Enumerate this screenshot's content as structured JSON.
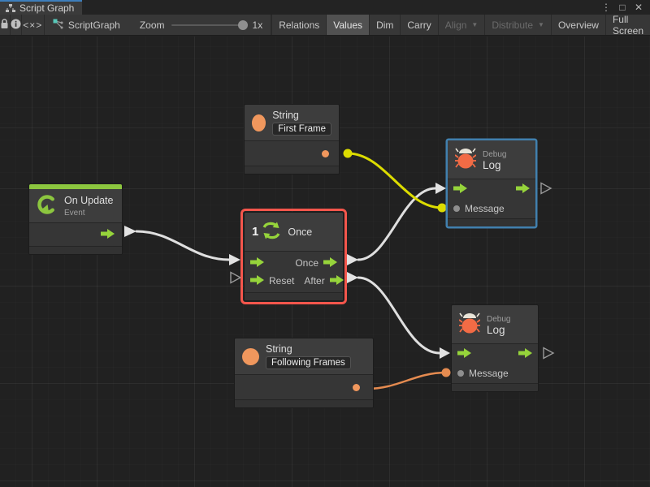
{
  "window": {
    "tab_title": "Script Graph",
    "controls": {
      "menu": "⋮",
      "maximize": "□",
      "close": "✕"
    }
  },
  "toolbar": {
    "code_icon_glyph": "<×>",
    "graph_label": "ScriptGraph",
    "zoom_label": "Zoom",
    "zoom_value": "1x",
    "dropdown_glyph": "▼",
    "buttons": [
      {
        "label": "Relations"
      },
      {
        "label": "Values",
        "active": true
      },
      {
        "label": "Dim"
      },
      {
        "label": "Carry"
      },
      {
        "label": "Align",
        "dropdown": true,
        "enabled": false
      },
      {
        "label": "Distribute",
        "dropdown": true,
        "enabled": false
      },
      {
        "label": "Overview"
      },
      {
        "label": "Full Screen"
      }
    ]
  },
  "graph": {
    "nodes": {
      "string_first": {
        "title": "String",
        "value": "First Frame"
      },
      "on_update": {
        "title": "On Update",
        "subtitle": "Event"
      },
      "once": {
        "badge": "1",
        "title": "Once",
        "out_primary": "Once",
        "in_secondary": "Reset",
        "out_secondary": "After"
      },
      "debug_log_top": {
        "subtitle": "Debug",
        "title": "Log",
        "input_label": "Message",
        "selected": true
      },
      "debug_log_bottom": {
        "subtitle": "Debug",
        "title": "Log",
        "input_label": "Message"
      },
      "string_following": {
        "title": "String",
        "value": "Following Frames"
      }
    },
    "colors": {
      "node_green": "#8cc63f",
      "port_green": "#96d43b",
      "value_orange": "#f0975d",
      "selection_red": "#f4564c",
      "selection_blue": "#4180ae",
      "wire_white": "#e2e2e2",
      "wire_yellow": "#dcdc00",
      "wire_orange": "#e58b50"
    }
  }
}
